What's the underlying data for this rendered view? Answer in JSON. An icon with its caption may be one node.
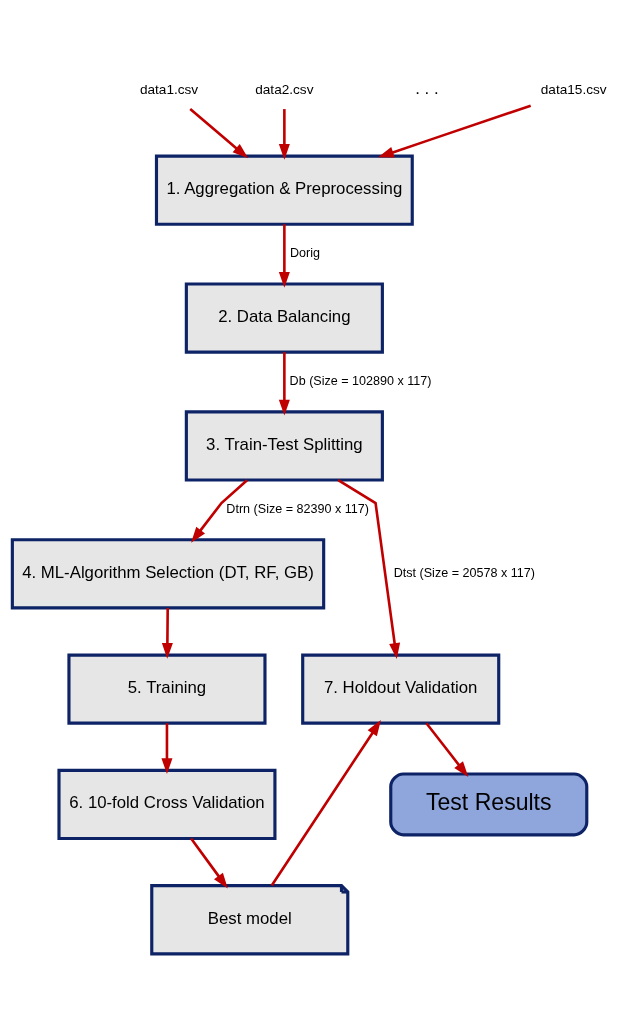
{
  "diagram": {
    "nodes": [
      {
        "text": [
          "data1.csv"
        ]
      },
      {
        "text": [
          "data2.csv"
        ]
      },
      {
        "text": [
          "data15.csv"
        ]
      },
      {
        "text": [
          "1. Aggregation & Preprocessing"
        ]
      },
      {
        "text": [
          "2. Data Balancing"
        ]
      },
      {
        "text": [
          "3. Train-Test Splitting"
        ]
      },
      {
        "text": [
          "4. ML-Algorithm Selection (DT, RF, GB)"
        ]
      },
      {
        "text": [
          "5. Training"
        ]
      },
      {
        "text": [
          "6. 10-fold Cross Validation"
        ]
      },
      {
        "text": [
          "Best model"
        ]
      },
      {
        "text": [
          "7. Holdout Validation"
        ]
      },
      {
        "text": [
          "Test Results"
        ]
      }
    ],
    "edges": [
      {
        "from": 0,
        "to": 3,
        "arrow": "to"
      },
      {
        "from": 1,
        "to": 3,
        "arrow": "to"
      },
      {
        "from": 2,
        "to": 3,
        "arrow": "to"
      },
      {
        "from": 3,
        "to": 4,
        "arrow": "to",
        "label": "Dorig"
      },
      {
        "from": 4,
        "to": 5,
        "arrow": "to",
        "label": "Db (Size = 102890 x 117)"
      },
      {
        "from": 5,
        "to": 10,
        "arrow": "to",
        "label": "Dtst (Size = 20578 x 117)"
      },
      {
        "from": 5,
        "to": 6,
        "arrow": "to",
        "label": "Dtrn (Size = 82390 x 117)"
      },
      {
        "from": 6,
        "to": 7,
        "arrow": "to"
      },
      {
        "from": 7,
        "to": 8,
        "arrow": "to"
      },
      {
        "from": 8,
        "to": 9,
        "arrow": "to"
      },
      {
        "from": 9,
        "to": 10,
        "arrow": "to"
      },
      {
        "from": 10,
        "to": 11,
        "arrow": "to"
      }
    ],
    "labels": [
      ". . ."
    ]
  }
}
